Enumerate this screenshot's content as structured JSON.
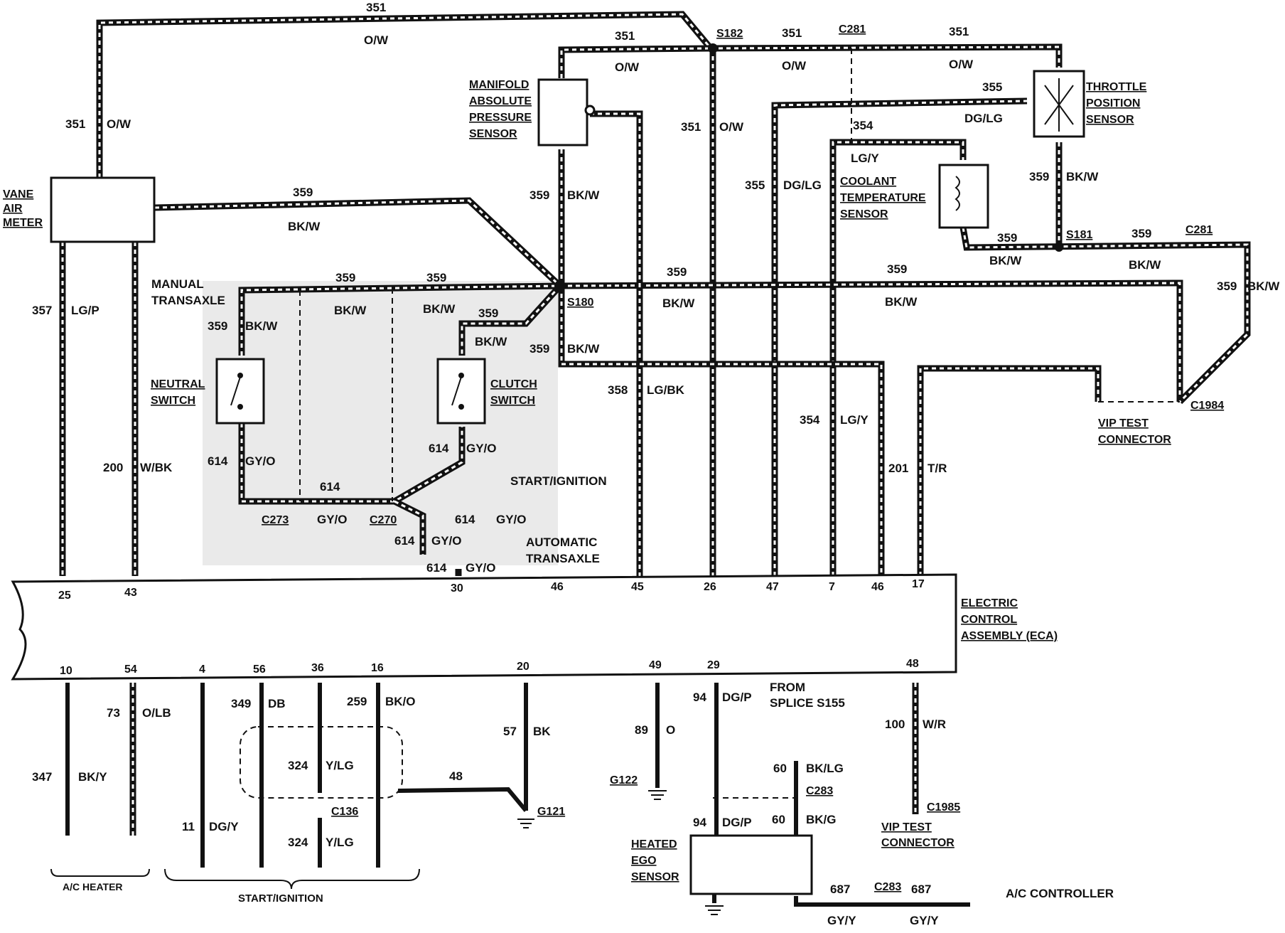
{
  "components": {
    "vane_air_meter": [
      "VANE",
      "AIR",
      "METER"
    ],
    "map_sensor": [
      "MANIFOLD",
      "ABSOLUTE",
      "PRESSURE",
      "SENSOR"
    ],
    "throttle_position_sensor": [
      "THROTTLE",
      "POSITION",
      "SENSOR"
    ],
    "coolant_temperature_sensor": [
      "COOLANT",
      "TEMPERATURE",
      "SENSOR"
    ],
    "manual_transaxle": [
      "MANUAL",
      "TRANSAXLE"
    ],
    "neutral_switch": [
      "NEUTRAL",
      "SWITCH"
    ],
    "clutch_switch": [
      "CLUTCH",
      "SWITCH"
    ],
    "automatic_transaxle": [
      "AUTOMATIC",
      "TRANSAXLE"
    ],
    "start_ignition_upper": "START/IGNITION",
    "eca": [
      "ELECTRIC",
      "CONTROL",
      "ASSEMBLY (ECA)"
    ],
    "vip_test_connector_top": [
      "VIP TEST",
      "CONNECTOR"
    ],
    "vip_test_connector_bottom": [
      "VIP TEST",
      "CONNECTOR"
    ],
    "heated_ego_sensor": [
      "HEATED",
      "EGO",
      "SENSOR"
    ],
    "ac_heater": "A/C HEATER",
    "start_ignition_lower": "START/IGNITION",
    "ac_controller": "A/C CONTROLLER",
    "from_splice": [
      "FROM",
      "SPLICE S155"
    ]
  },
  "splices": {
    "s182": "S182",
    "s180": "S180",
    "s181": "S181"
  },
  "connectors": {
    "c281_top": "C281",
    "c281_right": "C281",
    "c1984": "C1984",
    "c273": "C273",
    "c270": "C270",
    "c136": "C136",
    "c283_a": "C283",
    "c283_b": "C283",
    "c1985": "C1985",
    "g122": "G122",
    "g121": "G121"
  },
  "wires": {
    "w351": "351",
    "ow": "O/W",
    "w359": "359",
    "bkw": "BK/W",
    "w355": "355",
    "dglg": "DG/LG",
    "w354": "354",
    "lgy": "LG/Y",
    "w357": "357",
    "lgp": "LG/P",
    "w200": "200",
    "wbk": "W/BK",
    "w358": "358",
    "lgbk": "LG/BK",
    "w201": "201",
    "tr": "T/R",
    "w614": "614",
    "gyo": "GY/O",
    "w347": "347",
    "bky": "BK/Y",
    "w73": "73",
    "olb": "O/LB",
    "w11": "11",
    "dgy": "DG/Y",
    "w349": "349",
    "db": "DB",
    "w324": "324",
    "ylg": "Y/LG",
    "w259": "259",
    "bko": "BK/O",
    "w57": "57",
    "bk": "BK",
    "w48": "48",
    "w89": "89",
    "o": "O",
    "w94": "94",
    "dgp": "DG/P",
    "w60": "60",
    "bklg": "BK/LG",
    "bkg": "BK/G",
    "w100": "100",
    "wr": "W/R",
    "w687": "687",
    "gyy": "GY/Y"
  },
  "eca_pins": {
    "top": [
      "25",
      "43",
      "30",
      "46",
      "45",
      "26",
      "47",
      "7",
      "46",
      "17"
    ],
    "bottom": [
      "10",
      "54",
      "4",
      "56",
      "36",
      "16",
      "20",
      "49",
      "29",
      "48"
    ]
  }
}
